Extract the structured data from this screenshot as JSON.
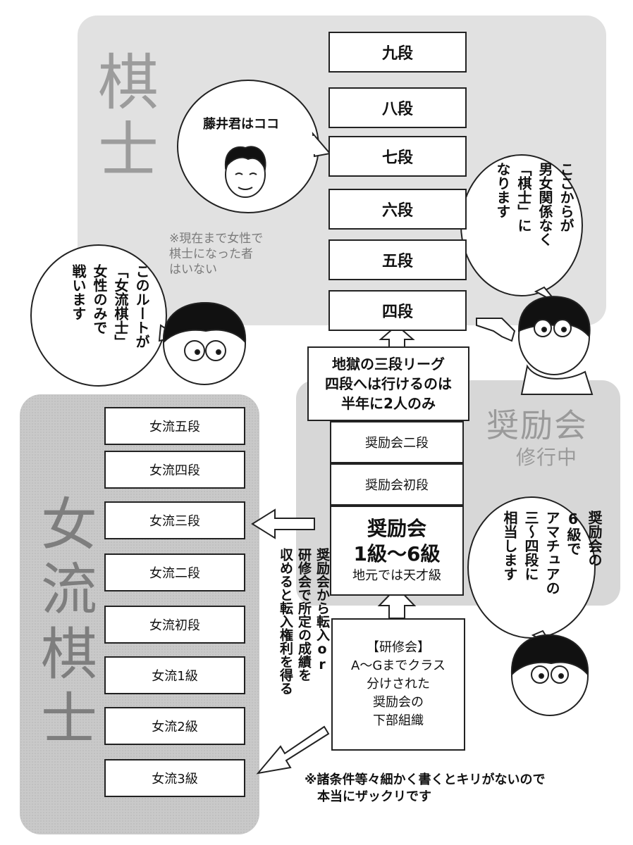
{
  "zones": {
    "kishi": {
      "title": "棋士",
      "note": "※現在まで女性で\n棋士になった者\nはいない"
    },
    "shoreikai": {
      "title": "奨励会",
      "sub": "修行中"
    },
    "female": {
      "title": "女流棋士"
    }
  },
  "kishi_ranks": [
    "九段",
    "八段",
    "七段",
    "六段",
    "五段",
    "四段"
  ],
  "sandan_league": {
    "line1": "地獄の三段リーグ",
    "line2": "四段へは行けるのは",
    "line3": "半年に2人のみ"
  },
  "shoreikai_ranks": [
    "奨励会二段",
    "奨励会初段"
  ],
  "shoreikai_kyu": {
    "line1": "奨励会",
    "line2": "1級〜6級",
    "line3": "地元では天才級"
  },
  "kenshukai": {
    "line1": "【研修会】",
    "line2": "A〜Gまでクラス",
    "line3": "分けされた",
    "line4": "奨励会の",
    "line5": "下部組織"
  },
  "transfer_note": "奨励会から転入or\n研修会で所定の成績を\n収めると転入権利を得る",
  "female_ranks": [
    "女流五段",
    "女流四段",
    "女流三段",
    "女流二段",
    "女流初段",
    "女流1級",
    "女流2級",
    "女流3級"
  ],
  "bubbles": {
    "fujii": "藤井君はココ",
    "kishi_gate": "ここからが\n男女関係なく\n「棋士」に\nなります",
    "female_route": "このルートが\n「女流棋士」\n女性のみで\n戦います",
    "amateur": "奨励会の\n6級で\nアマチュアの\n三〜四段に\n相当します"
  },
  "footnote": {
    "line1": "※諸条件等々細かく書くとキリがないので",
    "line2": "本当にザックリです"
  },
  "colors": {
    "zone_light": "#e1e1e1",
    "zone_mid": "#d7d7d7",
    "zone_dark": "#c9c9c9",
    "title_gray": "#9c9c9c",
    "ink": "#222222"
  }
}
